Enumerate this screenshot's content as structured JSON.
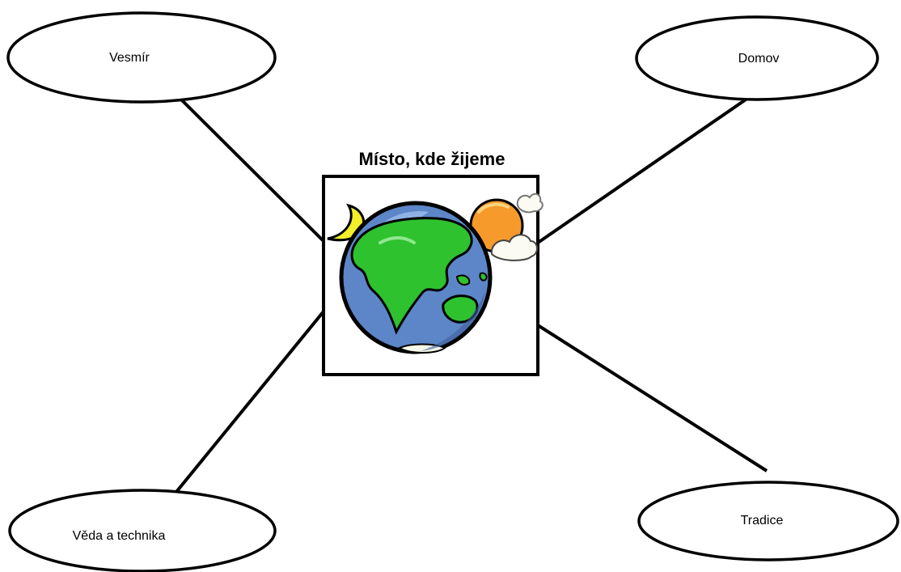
{
  "center": {
    "title": "Místo, kde žijeme",
    "image": "earth-with-moon-and-sun-icon"
  },
  "nodes": {
    "top_left": {
      "label": "Vesmír"
    },
    "top_right": {
      "label": "Domov"
    },
    "bottom_left": {
      "label": "Věda a technika"
    },
    "bottom_right": {
      "label": "Tradice"
    }
  },
  "colors": {
    "ocean": "#5c86c7",
    "land": "#2fc22f",
    "sun": "#f59a2b",
    "moon": "#f3ee2a",
    "outline": "#000000",
    "background": "#ffffff"
  }
}
